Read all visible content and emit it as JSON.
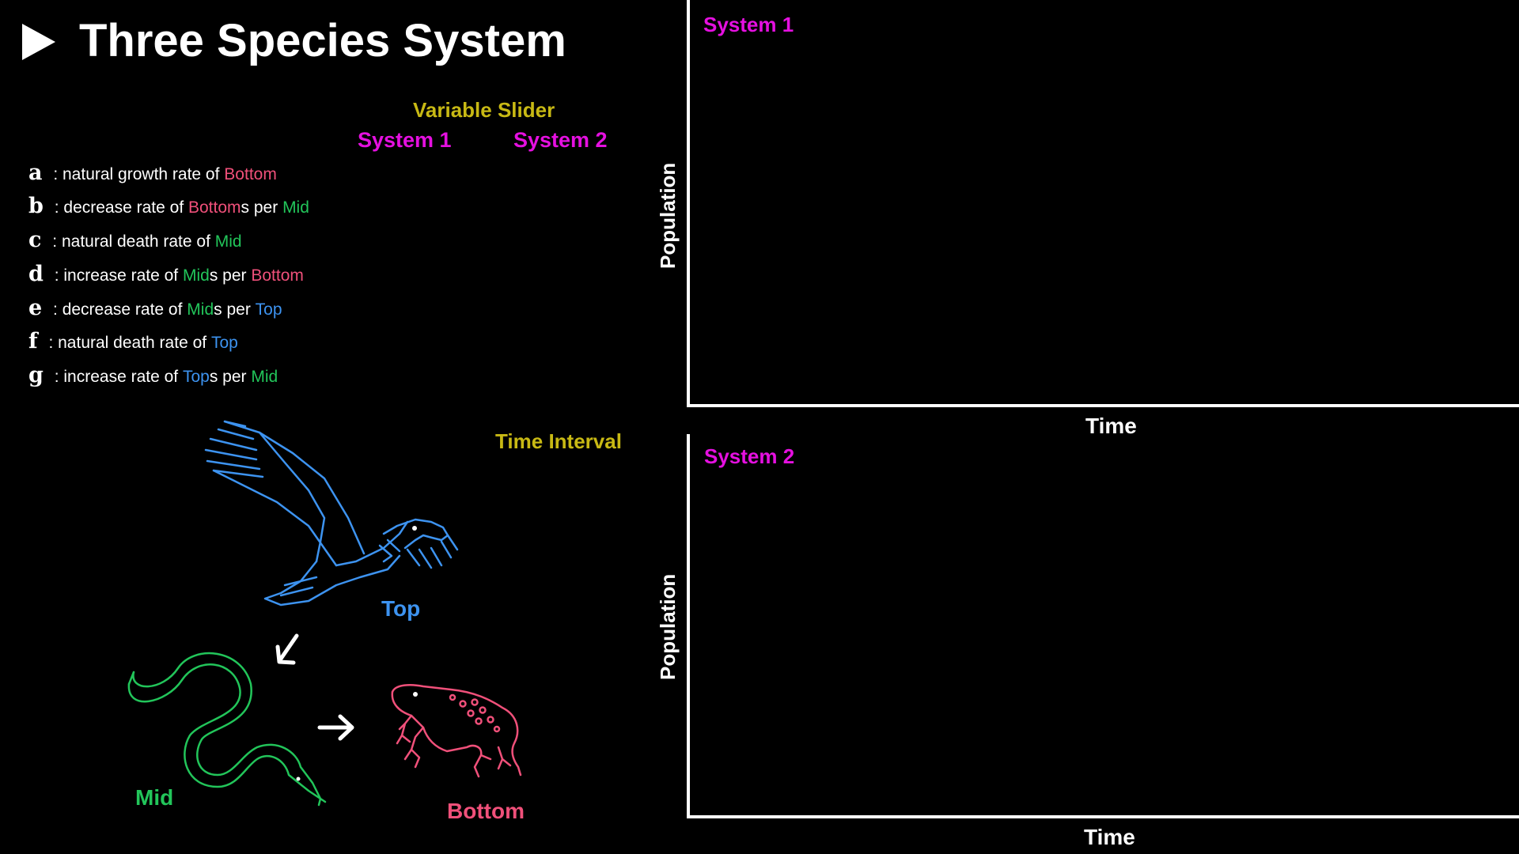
{
  "header": {
    "title": "Three Species System"
  },
  "controls": {
    "slider_title": "Variable Slider",
    "system1": "System 1",
    "system2": "System 2",
    "time_interval": "Time Interval"
  },
  "variables": [
    {
      "letter": "a",
      "parts": [
        {
          "t": " : natural growth rate of ",
          "c": "white"
        },
        {
          "t": "Bottom",
          "c": "pink"
        }
      ]
    },
    {
      "letter": "b",
      "parts": [
        {
          "t": " : decrease rate of ",
          "c": "white"
        },
        {
          "t": "Bottom",
          "c": "pink"
        },
        {
          "t": "s per ",
          "c": "white"
        },
        {
          "t": "Mid",
          "c": "green"
        }
      ]
    },
    {
      "letter": "c",
      "parts": [
        {
          "t": " : natural death rate of ",
          "c": "white"
        },
        {
          "t": "Mid",
          "c": "green"
        }
      ]
    },
    {
      "letter": "d",
      "parts": [
        {
          "t": " : increase rate of ",
          "c": "white"
        },
        {
          "t": "Mid",
          "c": "green"
        },
        {
          "t": "s per ",
          "c": "white"
        },
        {
          "t": "Bottom",
          "c": "pink"
        }
      ]
    },
    {
      "letter": "e",
      "parts": [
        {
          "t": " : decrease rate of ",
          "c": "white"
        },
        {
          "t": "Mid",
          "c": "green"
        },
        {
          "t": "s per ",
          "c": "white"
        },
        {
          "t": "Top",
          "c": "blue"
        }
      ]
    },
    {
      "letter": "f",
      "parts": [
        {
          "t": " : natural death rate of ",
          "c": "white"
        },
        {
          "t": "Top",
          "c": "blue"
        }
      ]
    },
    {
      "letter": "g",
      "parts": [
        {
          "t": " : increase rate of ",
          "c": "white"
        },
        {
          "t": "Top",
          "c": "blue"
        },
        {
          "t": "s per ",
          "c": "white"
        },
        {
          "t": "Mid",
          "c": "green"
        }
      ]
    }
  ],
  "species": {
    "top": "Top",
    "mid": "Mid",
    "bottom": "Bottom"
  },
  "icons": {
    "top": "eagle-icon",
    "mid": "snake-icon",
    "bottom": "frog-icon",
    "play": "play-icon"
  },
  "colors": {
    "white": "#ffffff",
    "pink": "#f0507a",
    "green": "#22c55a",
    "blue": "#3d93f0",
    "gold": "#c8b914",
    "magenta": "#e510e0"
  },
  "plots": [
    {
      "title": "System 1",
      "ylabel": "Population",
      "xlabel": "Time"
    },
    {
      "title": "System 2",
      "ylabel": "Population",
      "xlabel": "Time"
    }
  ]
}
